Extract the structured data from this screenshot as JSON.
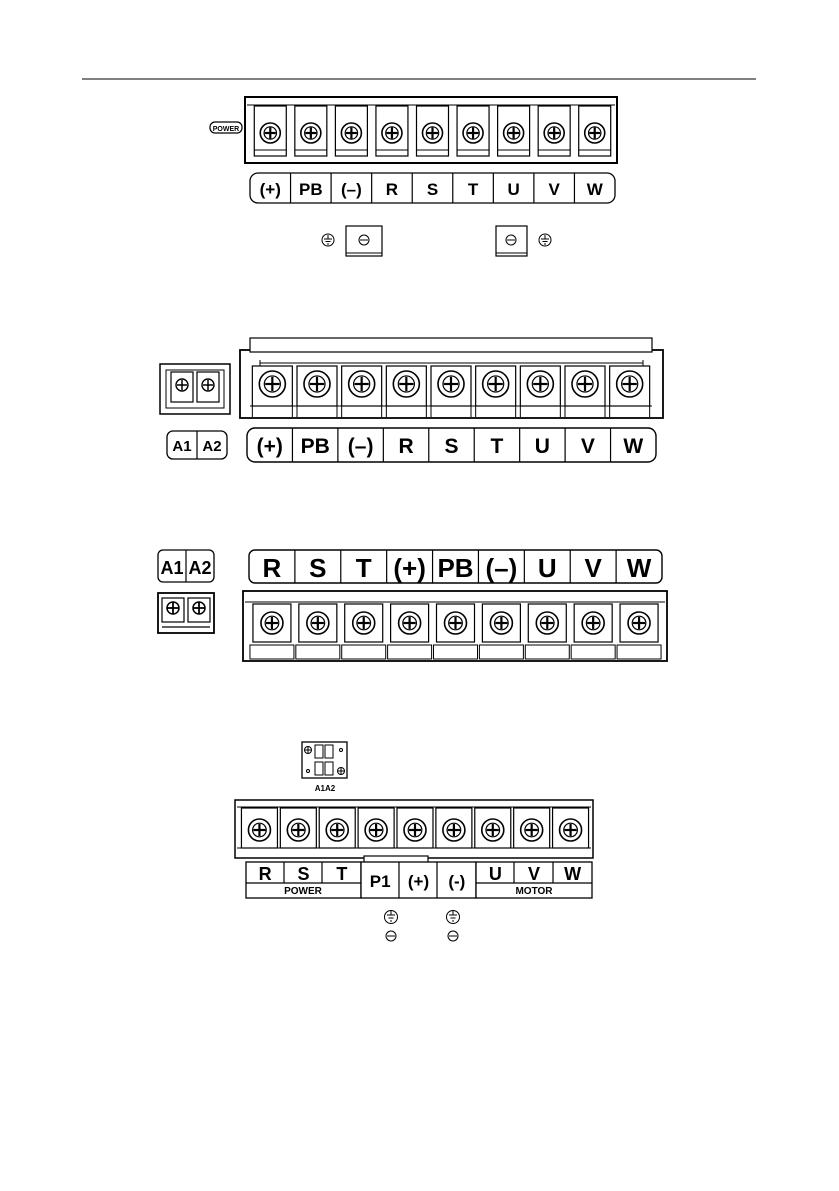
{
  "diagram1": {
    "power_tag": "POWER",
    "labels": [
      "(+)",
      "PB",
      "(–)",
      "R",
      "S",
      "T",
      "U",
      "V",
      "W"
    ]
  },
  "diagram2": {
    "aux_labels": [
      "A1",
      "A2"
    ],
    "labels": [
      "(+)",
      "PB",
      "(–)",
      "R",
      "S",
      "T",
      "U",
      "V",
      "W"
    ]
  },
  "diagram3": {
    "aux_labels": [
      "A1",
      "A2"
    ],
    "labels": [
      "R",
      "S",
      "T",
      "(+)",
      "PB",
      "(–)",
      "U",
      "V",
      "W"
    ]
  },
  "diagram4": {
    "aux_label": "A1A2",
    "power_labels": [
      "R",
      "S",
      "T"
    ],
    "power_group": "POWER",
    "dc_labels": [
      "P1",
      "(+)",
      "(-)"
    ],
    "motor_labels": [
      "U",
      "V",
      "W"
    ],
    "motor_group": "MOTOR"
  }
}
